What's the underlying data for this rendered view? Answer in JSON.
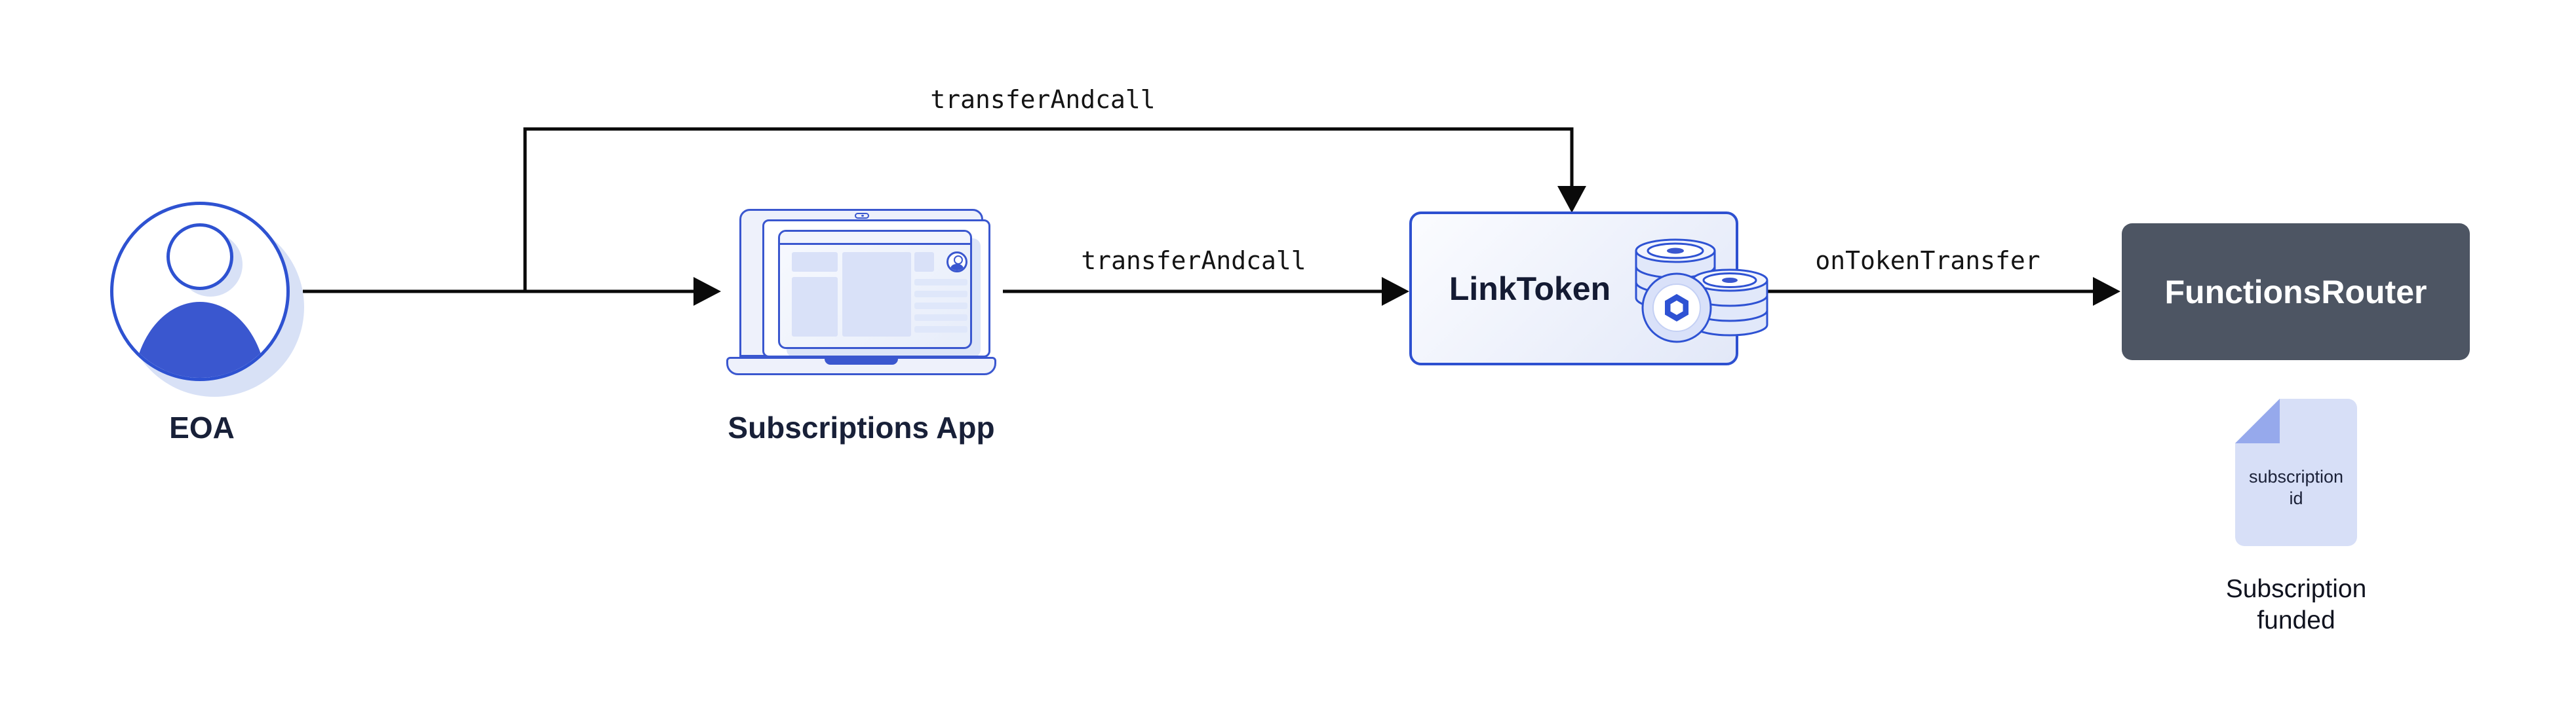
{
  "nodes": {
    "eoa": {
      "label": "EOA"
    },
    "subscriptions_app": {
      "label": "Subscriptions App"
    },
    "link_token": {
      "label": "LinkToken"
    },
    "functions_router": {
      "label": "FunctionsRouter"
    }
  },
  "edges": {
    "eoa_branch_to_linktoken": {
      "label": "transferAndcall"
    },
    "app_to_linktoken": {
      "label": "transferAndcall"
    },
    "linktoken_to_router": {
      "label": "onTokenTransfer"
    }
  },
  "artifact": {
    "doc_line1": "subscription",
    "doc_line2": "id",
    "caption_line1": "Subscription",
    "caption_line2": "funded"
  },
  "colors": {
    "accent_blue": "#2e52d1",
    "solid_blue": "#3a57cf",
    "lavender_fill": "#dce4f8",
    "navy_text": "#182038",
    "router_bg": "#4d5563",
    "doc_bg": "#d7dff7",
    "doc_fold": "#96a9ec",
    "wire_black": "#0a0a0a"
  }
}
